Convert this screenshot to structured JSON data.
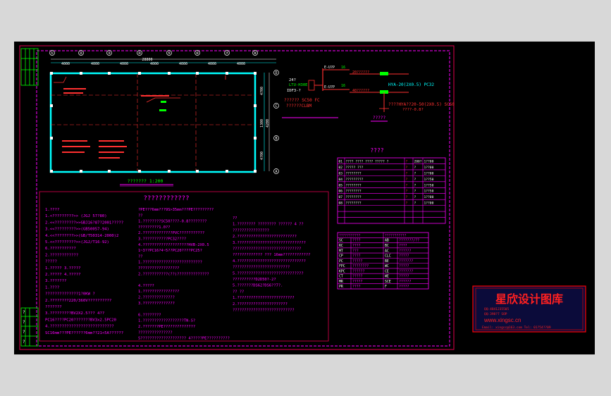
{
  "binding": {
    "marks": [
      "?",
      "?",
      "?",
      "?"
    ]
  },
  "plan": {
    "total_dim": "28800",
    "bay_dims": [
      "4000",
      "4000",
      "4000",
      "4000",
      "4000",
      "4000",
      "4000"
    ],
    "col_axes": [
      "①",
      "②",
      "③",
      "④",
      "⑤",
      "⑥",
      "⑦",
      "⑧"
    ],
    "row_axes": [
      "D",
      "C",
      "B",
      "A"
    ],
    "side_dims": [
      "4700",
      "1300",
      "4200",
      "4700"
    ],
    "caption": "??????? 1:200"
  },
  "schematic": {
    "incoming": {
      "line1": "24?",
      "line2": "LTU-H30E",
      "line3": "IDF3-?",
      "cable": "?????? SC50 FC",
      "method": "??????CLBM"
    },
    "breaker1": {
      "model": "E-U?P",
      "rating": "16"
    },
    "breaker2": {
      "model": "E-U?P",
      "rating": "16"
    },
    "branch1": {
      "label": "20??????",
      "cable": "HYA-20(2X0.5) PC32"
    },
    "branch2": {
      "label": "40??????",
      "cable": "????HYA??20-50(2X0.5) SC50",
      "note": "????-0.8?"
    },
    "panel_name": "?????"
  },
  "legend": {
    "title": "????",
    "rows": [
      [
        "01",
        "???? ???? ???? ????? ?",
        "?",
        "200?",
        "1??00"
      ],
      [
        "02",
        "????? ???",
        "?",
        "?",
        "1??00"
      ],
      [
        "03",
        "????????",
        "?",
        "?",
        "1??00"
      ],
      [
        "04",
        "?????????",
        "?",
        "?",
        "1??50"
      ],
      [
        "05",
        "????????",
        "?",
        "?",
        "1??50"
      ],
      [
        "06",
        "????????",
        "?",
        "?",
        "1??50"
      ],
      [
        "07",
        "????????",
        "?",
        "?",
        "1??00"
      ],
      [
        "08",
        "????????",
        "?",
        "?",
        "1??00"
      ],
      [
        "",
        "",
        "",
        "",
        ""
      ],
      [
        "",
        "",
        "",
        "",
        ""
      ],
      [
        "",
        "",
        "",
        "",
        ""
      ]
    ]
  },
  "abbrev": {
    "headers": [
      "???????????",
      "",
      "???????????",
      ""
    ],
    "rows": [
      [
        "SC",
        "????",
        "AB",
        "???????/??"
      ],
      [
        "RC",
        "????",
        "BC",
        "????"
      ],
      [
        "MT",
        "???",
        "AC",
        "??????"
      ],
      [
        "CP",
        "????",
        "CLC",
        "?????"
      ],
      [
        "PC",
        "?????",
        "BE",
        "???????"
      ],
      [
        "FPC",
        "????????",
        "WC",
        "?????"
      ],
      [
        "KPC",
        "??????",
        "CE",
        "???????"
      ],
      [
        "CT",
        "?????",
        "WE",
        "?????"
      ],
      [
        "MR",
        "?????",
        "SCE",
        "??????"
      ],
      [
        "PR",
        "????",
        "F",
        "?????"
      ]
    ]
  },
  "notes": {
    "title": "????????????",
    "left": [
      "1.????",
      "  1.<?????????>>   (JGJ 57?80)",
      "  2.<<?????????>>GBJ16?87?2001?????",
      "  3.<<?????????>>(GB50057-94)",
      "  4.<<????????>>(GB/T50314-2000)2",
      "  5.<<?????????>>(JGJ/T16-92)",
      "  6.???????????",
      "2.????????????",
      "  ?????",
      "  1.?????    3.?????",
      "  2.?????    4.?????",
      "3.???????",
      "  1.????",
      "  ??????????????1?0KW ?",
      "  2.????????220/360V??????????",
      "   ???????",
      "  3.?????????BV2X2.5??? 4??",
      "  PC16????PC20???????BV3x2.5PC20",
      "  4.???????????????????????????",
      "  SC16mm???PE??????6mm??21<5A??????"
    ],
    "mid": [
      "?PE???6mm???9S>35mm???PE?????????",
      "??",
      "1.????????SC50????-0.8????????",
      "  ?????????1.0??",
      "2.?????????????PVC???????????",
      "3.???????????PC32????",
      "4.????????????????????HVB-2X0.5",
      "  1~3??PC16?4~5??PC20????PC25?",
      "??",
      "1.??????????????????????????",
      "  ??????????????????",
      "2.???????????(??)??????????????",
      "",
      "4.?????",
      "1.????????????????",
      "2.??????????????",
      "3.??????????????",
      "",
      "6.????????",
      "1.??????????????????TN-S?",
      "2.???????PE??????????????",
      "  ???????????????",
      "  S???????????????????? 4?????PE??????????"
    ],
    "right": [
      "??",
      "1.???????? ???????? ?????? 4 ??",
      "  ????????????????",
      "2.??????????????????????????",
      "3.??????????????????????????????",
      "  ??????????????????????????????",
      "  ????????????? ??? 16mm????????????",
      "4.??????????????????????????????",
      "  ?????????????????????????",
      "5.?????????????????????????????",
      "  ??????????D2D50?-2?",
      "  5.???????DS62?DS6??7?.",
      "?? ??",
      "1.?????????????????????????",
      "  2.??????????????????????",
      "  ???????????????????????????"
    ]
  },
  "stamp": {
    "brand": "星欣设计图库",
    "qq1": "QQ:4841235505",
    "qq2": "QQ:398?7 SOP",
    "website": "www.xingsc.cn",
    "contact": "Email: xingsc@163.com  Tel: 01?54??09"
  }
}
